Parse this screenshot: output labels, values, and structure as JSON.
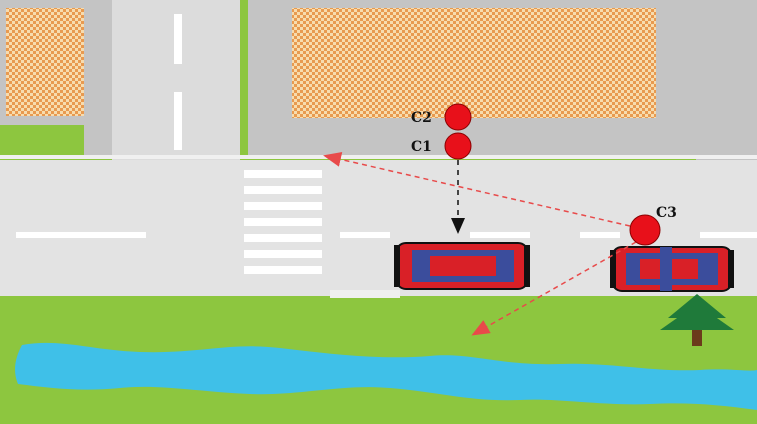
{
  "scene": {
    "colors": {
      "road": "#e3e3e3",
      "sidewalk": "#c4c4c4",
      "grass": "#8dc63f",
      "building_fill": "#f5d5a0",
      "building_check": "#e89a50",
      "water": "#3fc0e8",
      "car_body": "#d92027",
      "car_window": "#3b4d9c",
      "person": "#e8101a",
      "arrow_dashed": "#e84a4a",
      "arrow_black": "#111111",
      "tree": "#1f7a3a",
      "trunk": "#6b3b1b"
    },
    "labels": {
      "c1": "C1",
      "c2": "C2",
      "c3": "C3"
    },
    "icons": [
      "car-icon",
      "car-icon",
      "tree-icon",
      "person-icon"
    ]
  }
}
